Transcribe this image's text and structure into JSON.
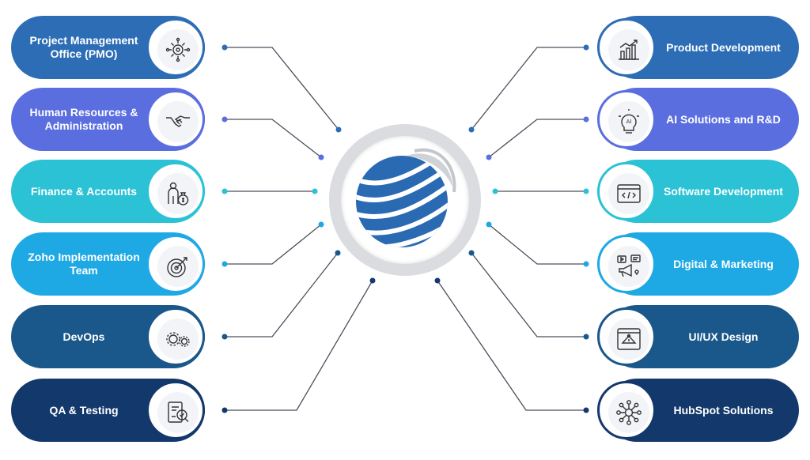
{
  "left_items": [
    {
      "label": "Project Management Office (PMO)",
      "icon": "gear-network-icon",
      "color": "#2d6db5"
    },
    {
      "label": "Human Resources & Administration",
      "icon": "handshake-icon",
      "color": "#5b6ee0"
    },
    {
      "label": "Finance & Accounts",
      "icon": "person-money-bag-icon",
      "color": "#2bc2d6"
    },
    {
      "label": "Zoho Implementation Team",
      "icon": "target-icon",
      "color": "#1ea9e4"
    },
    {
      "label": "DevOps",
      "icon": "gears-icon",
      "color": "#1a578a"
    },
    {
      "label": "QA & Testing",
      "icon": "test-report-icon",
      "color": "#13386b"
    }
  ],
  "right_items": [
    {
      "label": "Product Development",
      "icon": "bar-chart-icon",
      "color": "#2d6db5"
    },
    {
      "label": "AI Solutions and R&D",
      "icon": "ai-chip-bulb-icon",
      "color": "#5b6ee0"
    },
    {
      "label": "Software Development",
      "icon": "code-window-icon",
      "color": "#2bc2d6"
    },
    {
      "label": "Digital & Marketing",
      "icon": "megaphone-icon",
      "color": "#1ea9e4"
    },
    {
      "label": "UI/UX Design",
      "icon": "design-tool-icon",
      "color": "#1a578a"
    },
    {
      "label": "HubSpot Solutions",
      "icon": "hub-network-icon",
      "color": "#13386b"
    }
  ],
  "hub": {
    "icon": "company-globe-logo-icon",
    "color": "#2a6ab3"
  }
}
